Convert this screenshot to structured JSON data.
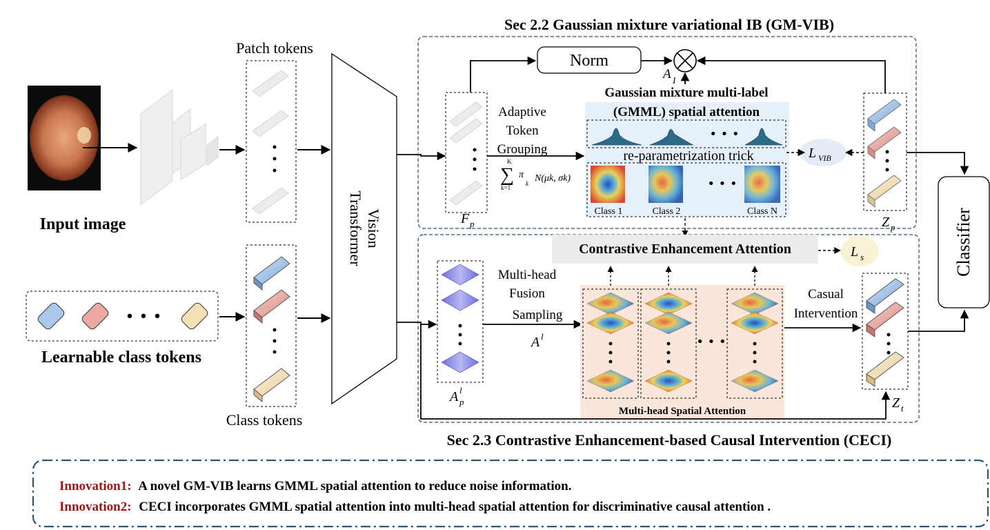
{
  "labels": {
    "input_image": "Input image",
    "patch_tokens": "Patch tokens",
    "class_tokens": "Class tokens",
    "learnable_class_tokens": "Learnable class tokens",
    "vit_line1": "Vision",
    "vit_line2": "Transformer",
    "sec22_title": "Sec 2.2 Gaussian mixture variational IB (GM-VIB)",
    "sec23_title": "Sec 2.3 Contrastive Enhancement-based Causal Intervention (CECI)",
    "norm": "Norm",
    "a_i": "A",
    "a_i_sub": "I",
    "gmml_line1": "Gaussian mixture multi-label",
    "gmml_line2": "(GMML) spatial attention",
    "reparam": "re-parametrization trick",
    "class1": "Class 1",
    "class2": "Class 2",
    "classN": "Class N",
    "atg_line1": "Adaptive",
    "atg_line2": "Token",
    "atg_line3": "Grouping",
    "f_p": "F",
    "f_p_sub": "p",
    "z_p": "Z",
    "z_p_sub": "p",
    "l_vib": "L",
    "l_vib_sub": "VIB",
    "classifier": "Classifier",
    "cea": "Contrastive Enhancement Attention",
    "l_s": "L",
    "l_s_sub": "s",
    "mhf_line1": "Multi-head",
    "mhf_line2": "Fusion",
    "mhf_line3": "Sampling",
    "a_l": "A",
    "a_l_sup": "l",
    "a_pl": "A",
    "a_pl_sub": "p",
    "a_pl_sup": "l",
    "mhsa": "Multi-head Spatial Attention",
    "casual_line1": "Casual",
    "casual_line2": "Intervention",
    "z_t": "Z",
    "z_t_sub": "t",
    "ellipsis": "• • •"
  },
  "formula": {
    "sum_top": "K",
    "sum_bottom": "k=1",
    "pi": "π",
    "pi_sub": "k",
    "normal": "N(μk, σk)"
  },
  "innovations": [
    {
      "key": "Innovation1:",
      "text": "A novel GM-VIB learns GMML spatial attention to reduce noise information."
    },
    {
      "key": "Innovation2:",
      "text": "CECI incorporates GMML spatial attention into multi-head spatial attention for discriminative causal attention ."
    }
  ],
  "colors": {
    "innovation_key": "#a31515",
    "dashed_border": "#33526b",
    "gmml_bg": "#e6f0fa",
    "cea_bg": "#ececec",
    "mhsa_bg": "#fbe6dc",
    "loss_bg": "#e4ecf7",
    "loss_s_bg": "#fbf2d6",
    "token_blue": "#a9c8ea",
    "token_red": "#eba9a3",
    "token_yellow": "#f3e0b6"
  }
}
